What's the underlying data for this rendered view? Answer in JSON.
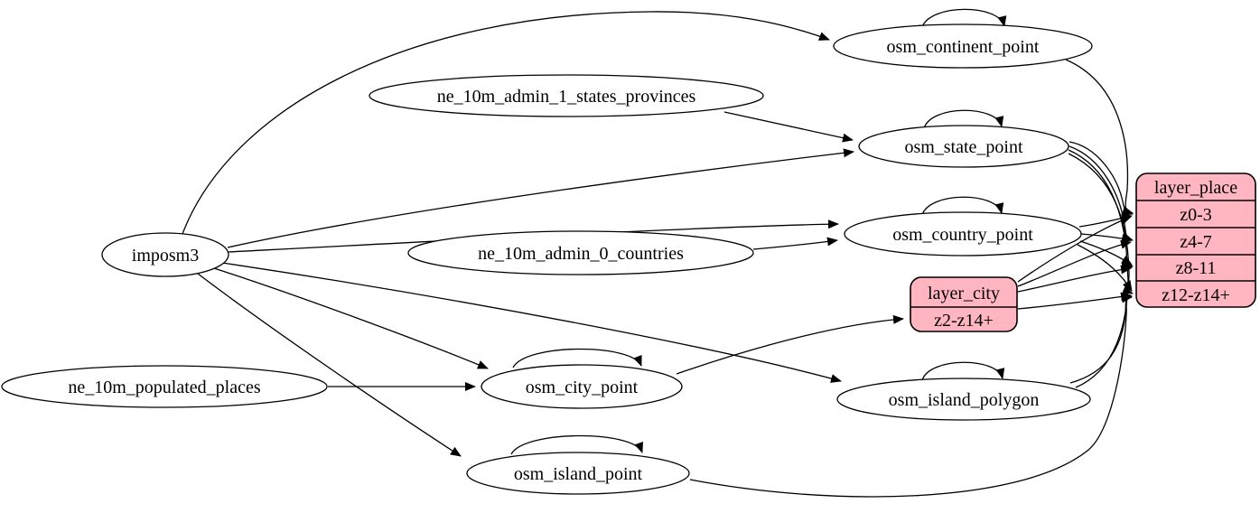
{
  "diagram_type": "etl-graph",
  "colors": {
    "background": "#ffffff",
    "node_fill": "#ffffff",
    "node_stroke": "#000000",
    "record_fill": "#ffb6c1",
    "edge": "#000000"
  },
  "nodes": {
    "imposm3": {
      "label": "imposm3",
      "type": "source"
    },
    "ne_10m_admin_1_states_provinces": {
      "label": "ne_10m_admin_1_states_provinces",
      "type": "source"
    },
    "ne_10m_admin_0_countries": {
      "label": "ne_10m_admin_0_countries",
      "type": "source"
    },
    "ne_10m_populated_places": {
      "label": "ne_10m_populated_places",
      "type": "source"
    },
    "osm_continent_point": {
      "label": "osm_continent_point",
      "type": "table"
    },
    "osm_state_point": {
      "label": "osm_state_point",
      "type": "table"
    },
    "osm_country_point": {
      "label": "osm_country_point",
      "type": "table"
    },
    "osm_city_point": {
      "label": "osm_city_point",
      "type": "table"
    },
    "osm_island_polygon": {
      "label": "osm_island_polygon",
      "type": "table"
    },
    "osm_island_point": {
      "label": "osm_island_point",
      "type": "table"
    }
  },
  "records": {
    "layer_city": {
      "title": "layer_city",
      "rows": [
        "z2-z14+"
      ]
    },
    "layer_place": {
      "title": "layer_place",
      "rows": [
        "z0-3",
        "z4-7",
        "z8-11",
        "z12-z14+"
      ]
    }
  },
  "edges": [
    {
      "from": "imposm3",
      "to": "osm_continent_point"
    },
    {
      "from": "imposm3",
      "to": "osm_state_point"
    },
    {
      "from": "imposm3",
      "to": "osm_country_point"
    },
    {
      "from": "imposm3",
      "to": "osm_city_point"
    },
    {
      "from": "imposm3",
      "to": "osm_island_polygon"
    },
    {
      "from": "imposm3",
      "to": "osm_island_point"
    },
    {
      "from": "ne_10m_admin_1_states_provinces",
      "to": "osm_state_point"
    },
    {
      "from": "ne_10m_admin_0_countries",
      "to": "osm_country_point"
    },
    {
      "from": "ne_10m_populated_places",
      "to": "osm_city_point"
    },
    {
      "from": "osm_continent_point",
      "to": "osm_continent_point"
    },
    {
      "from": "osm_state_point",
      "to": "osm_state_point"
    },
    {
      "from": "osm_country_point",
      "to": "osm_country_point"
    },
    {
      "from": "osm_city_point",
      "to": "osm_city_point"
    },
    {
      "from": "osm_island_polygon",
      "to": "osm_island_polygon"
    },
    {
      "from": "osm_island_point",
      "to": "osm_island_point"
    },
    {
      "from": "osm_city_point",
      "to": "layer_city:z2-z14+"
    },
    {
      "from": "osm_continent_point",
      "to": "layer_place:z0-3"
    },
    {
      "from": "osm_state_point",
      "to": "layer_place:z0-3"
    },
    {
      "from": "osm_state_point",
      "to": "layer_place:z4-7"
    },
    {
      "from": "osm_state_point",
      "to": "layer_place:z8-11"
    },
    {
      "from": "osm_state_point",
      "to": "layer_place:z12-z14+"
    },
    {
      "from": "osm_country_point",
      "to": "layer_place:z0-3"
    },
    {
      "from": "osm_country_point",
      "to": "layer_place:z4-7"
    },
    {
      "from": "osm_country_point",
      "to": "layer_place:z8-11"
    },
    {
      "from": "osm_country_point",
      "to": "layer_place:z12-z14+"
    },
    {
      "from": "layer_city",
      "to": "layer_place:z0-3"
    },
    {
      "from": "layer_city",
      "to": "layer_place:z4-7"
    },
    {
      "from": "layer_city",
      "to": "layer_place:z8-11"
    },
    {
      "from": "layer_city",
      "to": "layer_place:z12-z14+"
    },
    {
      "from": "osm_island_polygon",
      "to": "layer_place:z8-11"
    },
    {
      "from": "osm_island_polygon",
      "to": "layer_place:z12-z14+"
    },
    {
      "from": "osm_island_point",
      "to": "layer_place:z12-z14+"
    }
  ]
}
